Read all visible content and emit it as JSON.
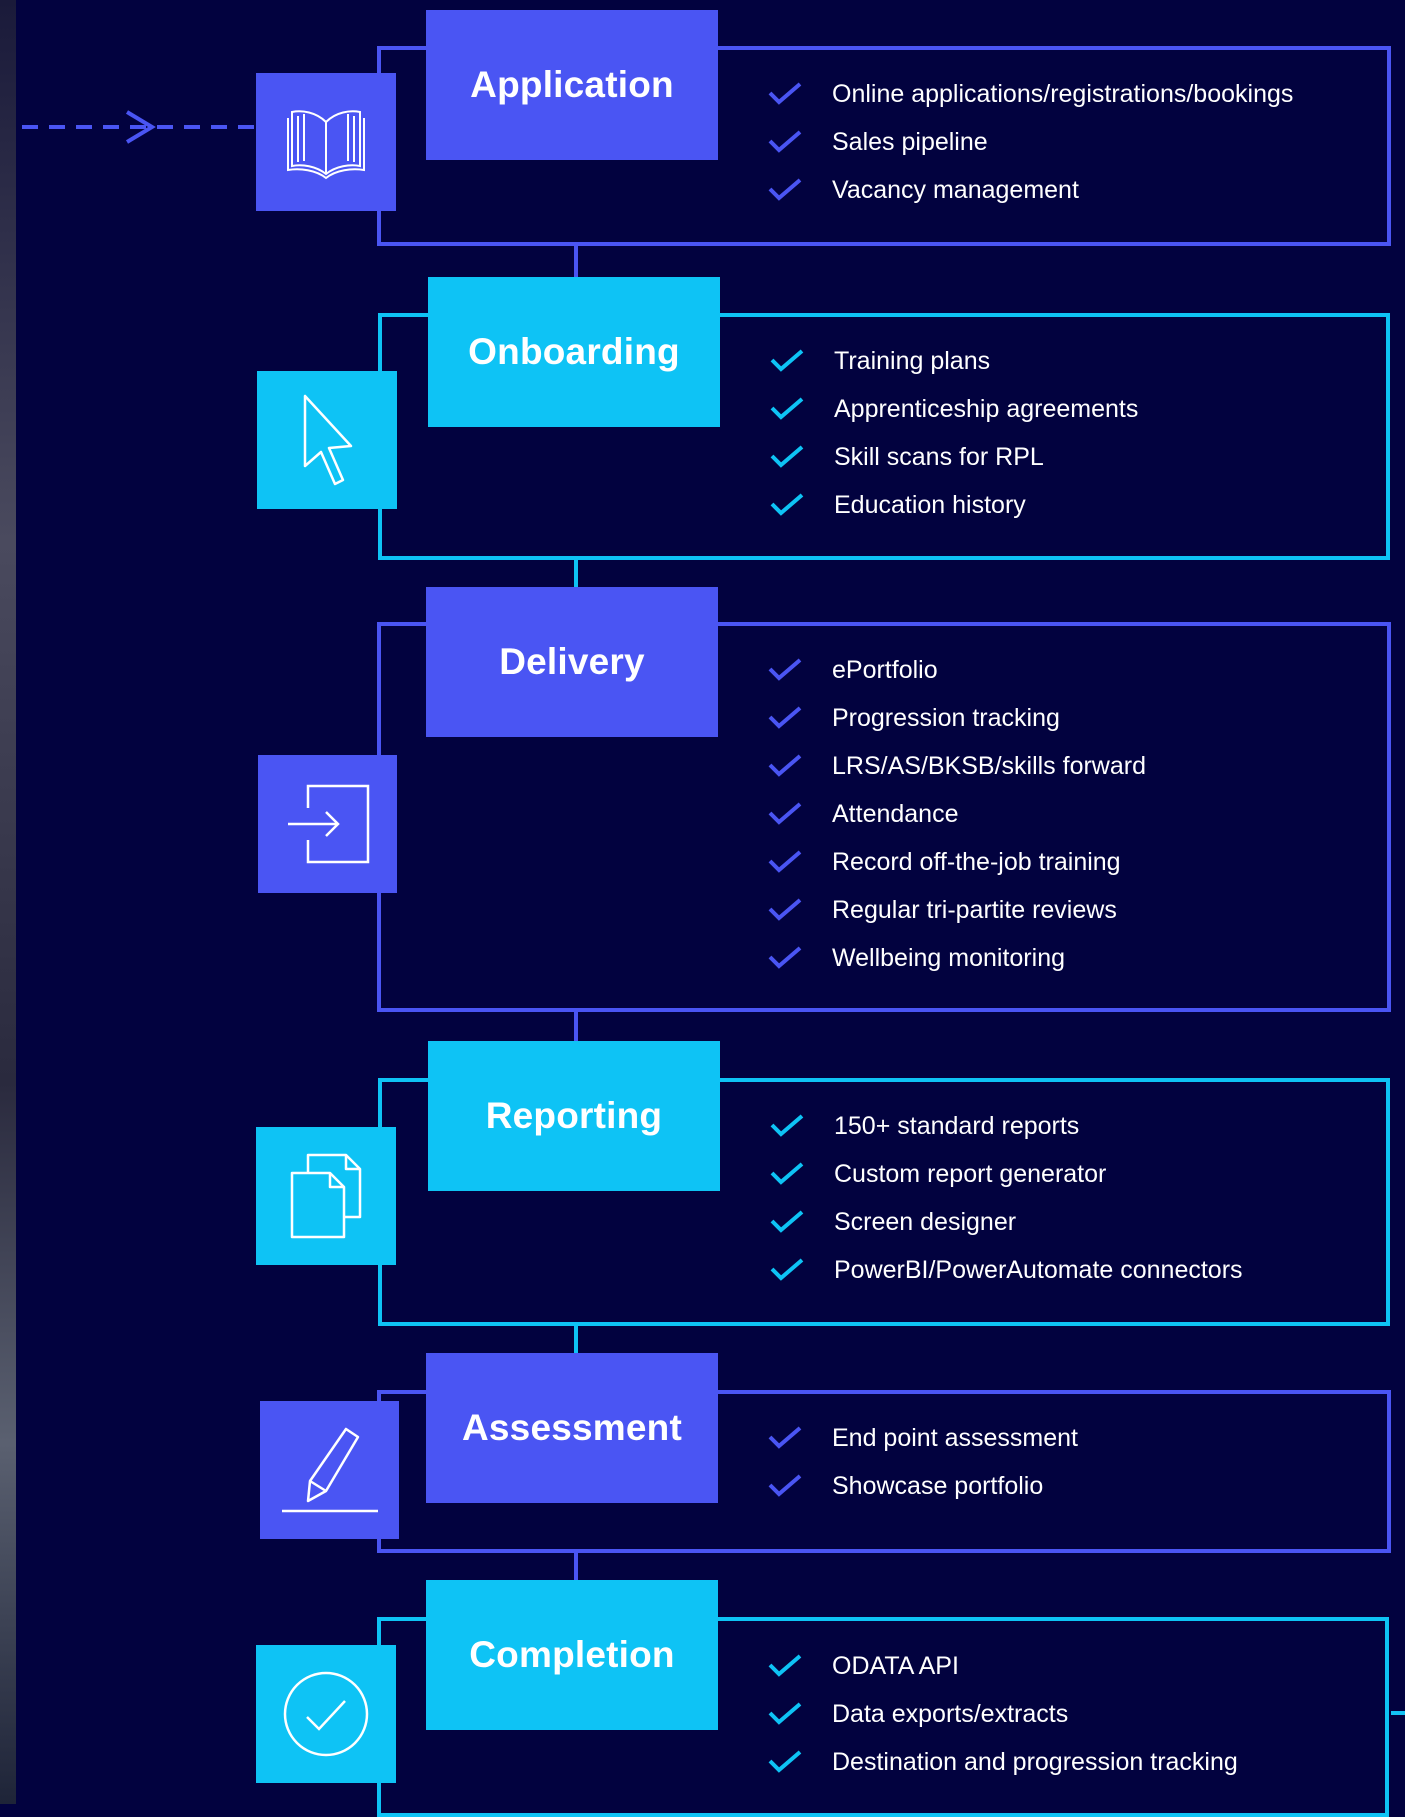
{
  "colors": {
    "background": "#02023f",
    "indigo": "#4a55f3",
    "cyan": "#0ec3f5"
  },
  "stages": [
    {
      "title": "Application",
      "icon": "book-icon",
      "color": "#4a55f3",
      "items": [
        "Online applications/registrations/bookings",
        "Sales pipeline",
        "Vacancy management"
      ]
    },
    {
      "title": "Onboarding",
      "icon": "cursor-icon",
      "color": "#0ec3f5",
      "items": [
        "Training plans",
        "Apprenticeship agreements",
        "Skill scans for RPL",
        "Education history"
      ]
    },
    {
      "title": "Delivery",
      "icon": "sign-in-icon",
      "color": "#4a55f3",
      "items": [
        "ePortfolio",
        "Progression tracking",
        "LRS/AS/BKSB/skills forward",
        "Attendance",
        "Record off-the-job training",
        "Regular tri-partite reviews",
        "Wellbeing monitoring"
      ]
    },
    {
      "title": "Reporting",
      "icon": "documents-icon",
      "color": "#0ec3f5",
      "items": [
        "150+ standard reports",
        "Custom report generator",
        "Screen designer",
        "PowerBI/PowerAutomate connectors"
      ]
    },
    {
      "title": "Assessment",
      "icon": "pencil-icon",
      "color": "#4a55f3",
      "items": [
        "End point assessment",
        "Showcase portfolio"
      ]
    },
    {
      "title": "Completion",
      "icon": "check-circle-icon",
      "color": "#0ec3f5",
      "items": [
        "ODATA API",
        "Data exports/extracts",
        "Destination and progression tracking"
      ]
    }
  ]
}
